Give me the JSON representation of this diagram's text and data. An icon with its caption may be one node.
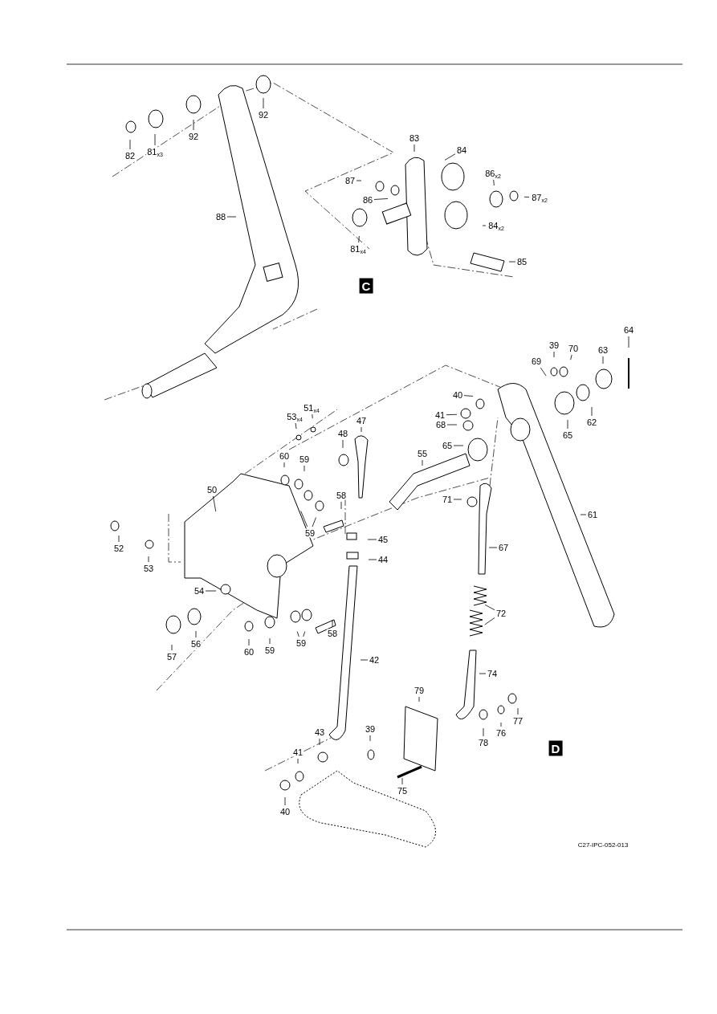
{
  "diagram": {
    "nodes": [
      {
        "text": [
          "92"
        ]
      },
      {
        "text": [
          "92"
        ]
      },
      {
        "text": [
          "82"
        ]
      },
      {
        "text": [
          "81$_{x3}$"
        ]
      },
      {
        "text": [
          "88"
        ]
      },
      {
        "text": [
          "83"
        ]
      },
      {
        "text": [
          "84"
        ]
      },
      {
        "text": [
          "87"
        ]
      },
      {
        "text": [
          "86"
        ]
      },
      {
        "text": [
          "86$_{x2}$"
        ]
      },
      {
        "text": [
          "87$_{x2}$"
        ]
      },
      {
        "text": [
          "81$_{x4}$"
        ]
      },
      {
        "text": [
          "84$_{x2}$"
        ]
      },
      {
        "text": [
          "85"
        ]
      },
      {
        "text": [
          "64"
        ]
      },
      {
        "text": [
          "39"
        ]
      },
      {
        "text": [
          "70"
        ]
      },
      {
        "text": [
          "69"
        ]
      },
      {
        "text": [
          "63"
        ]
      },
      {
        "text": [
          "40"
        ]
      },
      {
        "text": [
          "41"
        ]
      },
      {
        "text": [
          "68"
        ]
      },
      {
        "text": [
          "62"
        ]
      },
      {
        "text": [
          "65"
        ]
      },
      {
        "text": [
          "65"
        ]
      },
      {
        "text": [
          "47"
        ]
      },
      {
        "text": [
          "48"
        ]
      },
      {
        "text": [
          "51$_{x4}$"
        ]
      },
      {
        "text": [
          "53$_{x4}$"
        ]
      },
      {
        "text": [
          "55"
        ]
      },
      {
        "text": [
          "60"
        ]
      },
      {
        "text": [
          "59"
        ]
      },
      {
        "text": [
          "50"
        ]
      },
      {
        "text": [
          "58"
        ]
      },
      {
        "text": [
          "59"
        ]
      },
      {
        "text": [
          "71"
        ]
      },
      {
        "text": [
          "61"
        ]
      },
      {
        "text": [
          "52"
        ]
      },
      {
        "text": [
          "53"
        ]
      },
      {
        "text": [
          "45"
        ]
      },
      {
        "text": [
          "44"
        ]
      },
      {
        "text": [
          "67"
        ]
      },
      {
        "text": [
          "54"
        ]
      },
      {
        "text": [
          "72"
        ]
      },
      {
        "text": [
          "56"
        ]
      },
      {
        "text": [
          "57"
        ]
      },
      {
        "text": [
          "60"
        ]
      },
      {
        "text": [
          "59"
        ]
      },
      {
        "text": [
          "59"
        ]
      },
      {
        "text": [
          "58"
        ]
      },
      {
        "text": [
          "42"
        ]
      },
      {
        "text": [
          "74"
        ]
      },
      {
        "text": [
          "79"
        ]
      },
      {
        "text": [
          "77"
        ]
      },
      {
        "text": [
          "76"
        ]
      },
      {
        "text": [
          "78"
        ]
      },
      {
        "text": [
          "43"
        ]
      },
      {
        "text": [
          "39"
        ]
      },
      {
        "text": [
          "41"
        ]
      },
      {
        "text": [
          "40"
        ]
      },
      {
        "text": [
          "75"
        ]
      }
    ],
    "edges": [
      {
        "from": 0,
        "to": null,
        "arrow": "none"
      },
      {
        "from": 1,
        "to": null,
        "arrow": "none"
      },
      {
        "from": 2,
        "to": null,
        "arrow": "none"
      },
      {
        "from": 3,
        "to": null,
        "arrow": "none"
      },
      {
        "from": 4,
        "to": null,
        "arrow": "none"
      },
      {
        "from": 5,
        "to": null,
        "arrow": "none"
      },
      {
        "from": 6,
        "to": null,
        "arrow": "none"
      },
      {
        "from": 7,
        "to": null,
        "arrow": "none"
      },
      {
        "from": 8,
        "to": null,
        "arrow": "none"
      },
      {
        "from": 9,
        "to": null,
        "arrow": "none"
      },
      {
        "from": 10,
        "to": null,
        "arrow": "none"
      },
      {
        "from": 11,
        "to": null,
        "arrow": "none"
      },
      {
        "from": 12,
        "to": null,
        "arrow": "none"
      },
      {
        "from": 13,
        "to": null,
        "arrow": "none"
      },
      {
        "from": 14,
        "to": null,
        "arrow": "none"
      },
      {
        "from": 15,
        "to": null,
        "arrow": "none"
      },
      {
        "from": 16,
        "to": null,
        "arrow": "none"
      },
      {
        "from": 17,
        "to": null,
        "arrow": "none"
      },
      {
        "from": 18,
        "to": null,
        "arrow": "none"
      },
      {
        "from": 19,
        "to": null,
        "arrow": "none"
      },
      {
        "from": 20,
        "to": null,
        "arrow": "none"
      },
      {
        "from": 21,
        "to": null,
        "arrow": "none"
      },
      {
        "from": 22,
        "to": null,
        "arrow": "none"
      },
      {
        "from": 23,
        "to": null,
        "arrow": "none"
      },
      {
        "from": 24,
        "to": null,
        "arrow": "none"
      },
      {
        "from": 25,
        "to": null,
        "arrow": "none"
      },
      {
        "from": 26,
        "to": null,
        "arrow": "none"
      },
      {
        "from": 27,
        "to": null,
        "arrow": "none"
      },
      {
        "from": 28,
        "to": null,
        "arrow": "none"
      },
      {
        "from": 29,
        "to": null,
        "arrow": "none"
      },
      {
        "from": 30,
        "to": null,
        "arrow": "none"
      },
      {
        "from": 31,
        "to": null,
        "arrow": "none"
      },
      {
        "from": 32,
        "to": null,
        "arrow": "none"
      },
      {
        "from": 33,
        "to": null,
        "arrow": "none"
      },
      {
        "from": 34,
        "to": null,
        "arrow": "none"
      },
      {
        "from": 34,
        "to": null,
        "arrow": "none"
      },
      {
        "from": 35,
        "to": null,
        "arrow": "none"
      },
      {
        "from": 36,
        "to": null,
        "arrow": "none"
      },
      {
        "from": 37,
        "to": null,
        "arrow": "none"
      },
      {
        "from": 38,
        "to": null,
        "arrow": "none"
      },
      {
        "from": 39,
        "to": null,
        "arrow": "none"
      },
      {
        "from": 40,
        "to": null,
        "arrow": "none"
      },
      {
        "from": 41,
        "to": null,
        "arrow": "none"
      },
      {
        "from": 42,
        "to": null,
        "arrow": "none"
      },
      {
        "from": 43,
        "to": null,
        "arrow": "none"
      },
      {
        "from": 43,
        "to": null,
        "arrow": "none"
      },
      {
        "from": 44,
        "to": null,
        "arrow": "none"
      },
      {
        "from": 45,
        "to": null,
        "arrow": "none"
      },
      {
        "from": 46,
        "to": null,
        "arrow": "none"
      },
      {
        "from": 47,
        "to": null,
        "arrow": "none"
      },
      {
        "from": 48,
        "to": null,
        "arrow": "none"
      },
      {
        "from": 48,
        "to": null,
        "arrow": "none"
      },
      {
        "from": 49,
        "to": null,
        "arrow": "none"
      },
      {
        "from": 50,
        "to": null,
        "arrow": "none"
      },
      {
        "from": 51,
        "to": null,
        "arrow": "none"
      },
      {
        "from": 52,
        "to": null,
        "arrow": "none"
      },
      {
        "from": 53,
        "to": null,
        "arrow": "none"
      },
      {
        "from": 54,
        "to": null,
        "arrow": "none"
      },
      {
        "from": 55,
        "to": null,
        "arrow": "none"
      },
      {
        "from": 56,
        "to": null,
        "arrow": "none"
      },
      {
        "from": 57,
        "to": null,
        "arrow": "none"
      },
      {
        "from": 58,
        "to": null,
        "arrow": "none"
      },
      {
        "from": 59,
        "to": null,
        "arrow": "none"
      },
      {
        "from": 60,
        "to": null,
        "arrow": "none"
      }
    ],
    "labels": [
      "C",
      "D",
      "C27-IPC-052-013"
    ]
  }
}
